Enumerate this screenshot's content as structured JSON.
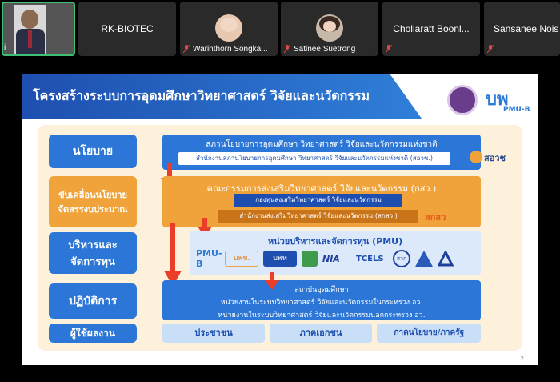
{
  "meeting": {
    "participants": [
      {
        "name": "i",
        "type": "video"
      },
      {
        "name": "RK-BIOTEC",
        "type": "name"
      },
      {
        "name": "Warinthorn Songka...",
        "type": "avatar"
      },
      {
        "name": "Satinee Suetrong",
        "type": "avatar"
      },
      {
        "name": "Chollaratt Boonl...",
        "type": "name"
      },
      {
        "name": "Sansanee Nois",
        "type": "name"
      }
    ]
  },
  "slide": {
    "title": "โครงสร้างระบบการอุดมศึกษาวิทยาศาสตร์ วิจัยและนวัตกรรม",
    "logo_right": "PMU-B",
    "page_number": "2",
    "rows": [
      {
        "label": "นโยบาย",
        "main": "สภานโยบายการอุดมศึกษา วิทยาศาสตร์ วิจัยและนวัตกรรมแห่งชาติ",
        "sub": "สำนักงานสภานโยบายการอุดมศึกษา วิทยาศาสตร์ วิจัยและนวัตกรรมแห่งชาติ (สอวช.)",
        "badge": "สอวช"
      },
      {
        "label1": "ขับเคลื่อนนโยบาย",
        "label2": "จัดสรรงบประมาณ",
        "main": "คณะกรรมการส่งเสริมวิทยาศาสตร์ วิจัยและนวัตกรรม (กสว.)",
        "sub": "กองทุนส่งเสริมวิทยาศาสตร์ วิจัยและนวัตกรรม",
        "sub2": "สำนักงานส่งเสริมวิทยาศาสตร์ วิจัยและนวัตกรรม (สกสว.)",
        "badge": "สกสว"
      },
      {
        "label1": "บริหารและ",
        "label2": "จัดการทุน",
        "main": "หน่วยบริหารและจัดการทุน (PMU)",
        "logos": [
          "PMU-B",
          "บพข.",
          "บพท",
          "",
          "NIA",
          "TCELS",
          "สวก",
          "",
          ""
        ]
      },
      {
        "label": "ปฏิบัติการ",
        "line1": "สถาบันอุดมศึกษา",
        "line2": "หน่วยงานในระบบวิทยาศาสตร์ วิจัยและนวัตกรรมในกระทรวง อว.",
        "line3": "หน่วยงานในระบบวิทยาศาสตร์ วิจัยและนวัตกรรมนอกกระทรวง อว."
      },
      {
        "label": "ผู้ใช้ผลงาน",
        "users": [
          "ประชาชน",
          "ภาคเอกชน",
          "ภาคนโยบาย/ภาครัฐ"
        ]
      }
    ]
  }
}
